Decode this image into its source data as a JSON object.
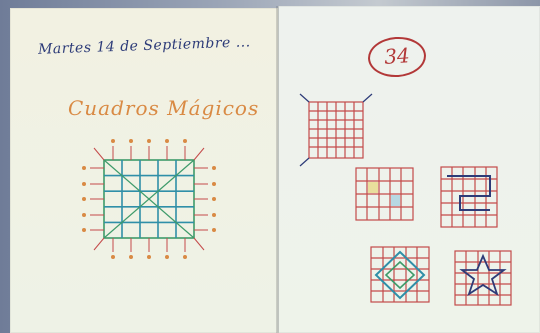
{
  "notebook": {
    "left_page": {
      "date_line": "Martes 14 de Septiembre ...",
      "heading": "Cuadros Mágicos"
    },
    "right_page": {
      "page_number": "34"
    }
  },
  "colors": {
    "ink_blue": "#2d3b78",
    "ink_red": "#c44a4a",
    "ink_orange": "#d98a44",
    "ink_green": "#3e9b6a",
    "ink_teal": "#2f8fa8"
  }
}
